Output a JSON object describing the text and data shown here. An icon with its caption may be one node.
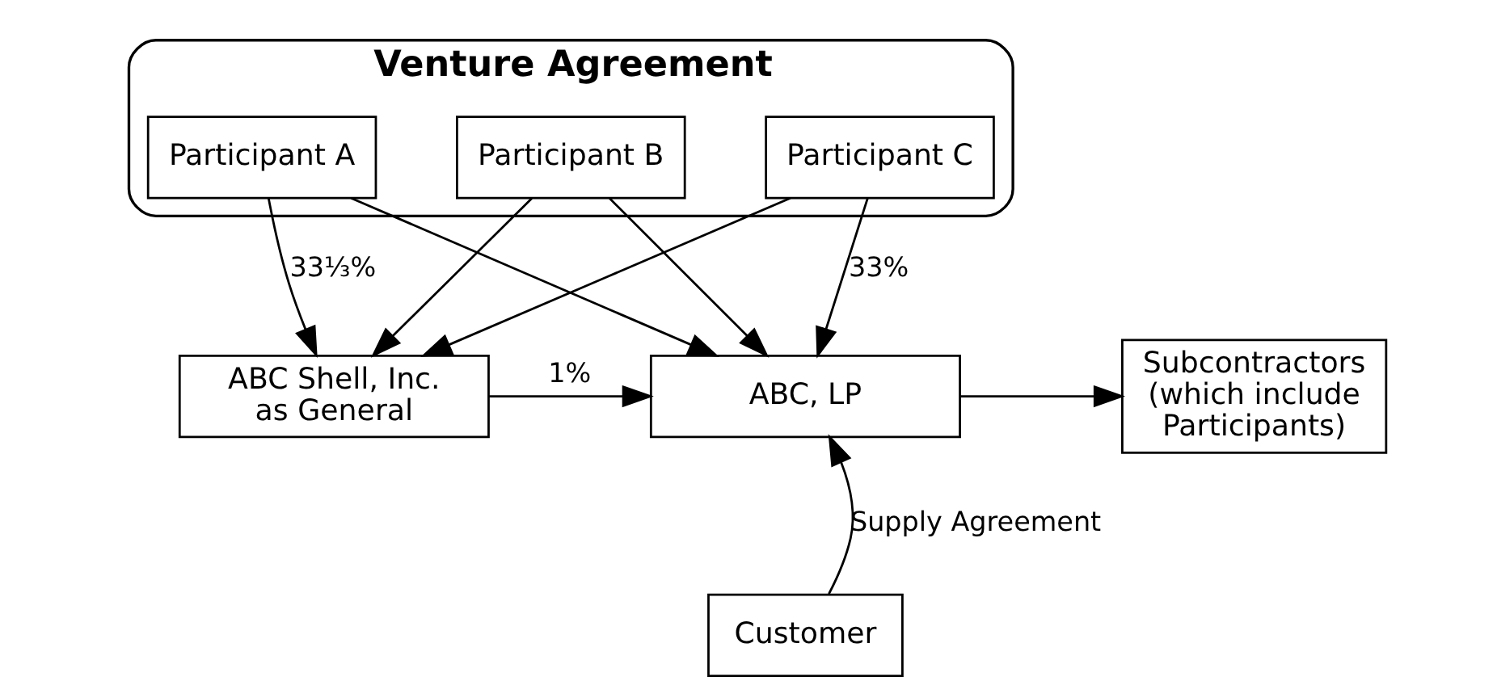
{
  "diagram": {
    "nodes": [
      {
        "text": [
          "Venture Agreement"
        ]
      },
      {
        "text": [
          "Participant A"
        ],
        "in": 0
      },
      {
        "text": [
          "Participant B"
        ],
        "in": 0
      },
      {
        "text": [
          "Participant C"
        ],
        "in": 0
      },
      {
        "text": [
          "ABC Shell, Inc. as General"
        ]
      },
      {
        "text": [
          "ABC, LP"
        ]
      },
      {
        "text": [
          "Subcontractors (which include Participants)"
        ]
      },
      {
        "text": [
          "Customer"
        ]
      }
    ],
    "edges": [
      {
        "from": 1,
        "to": 4,
        "arrow": "to",
        "label": "33⅓%"
      },
      {
        "from": 1,
        "to": 5,
        "arrow": "to"
      },
      {
        "from": 2,
        "to": 4,
        "arrow": "to"
      },
      {
        "from": 2,
        "to": 5,
        "arrow": "to"
      },
      {
        "from": 3,
        "to": 4,
        "arrow": "to"
      },
      {
        "from": 3,
        "to": 5,
        "arrow": "to",
        "label": "33%"
      },
      {
        "from": 4,
        "to": 5,
        "arrow": "to",
        "label": "1%"
      },
      {
        "from": 5,
        "to": 6,
        "arrow": "to"
      },
      {
        "from": 7,
        "to": 5,
        "arrow": "to",
        "label": "Supply Agreement"
      }
    ]
  }
}
